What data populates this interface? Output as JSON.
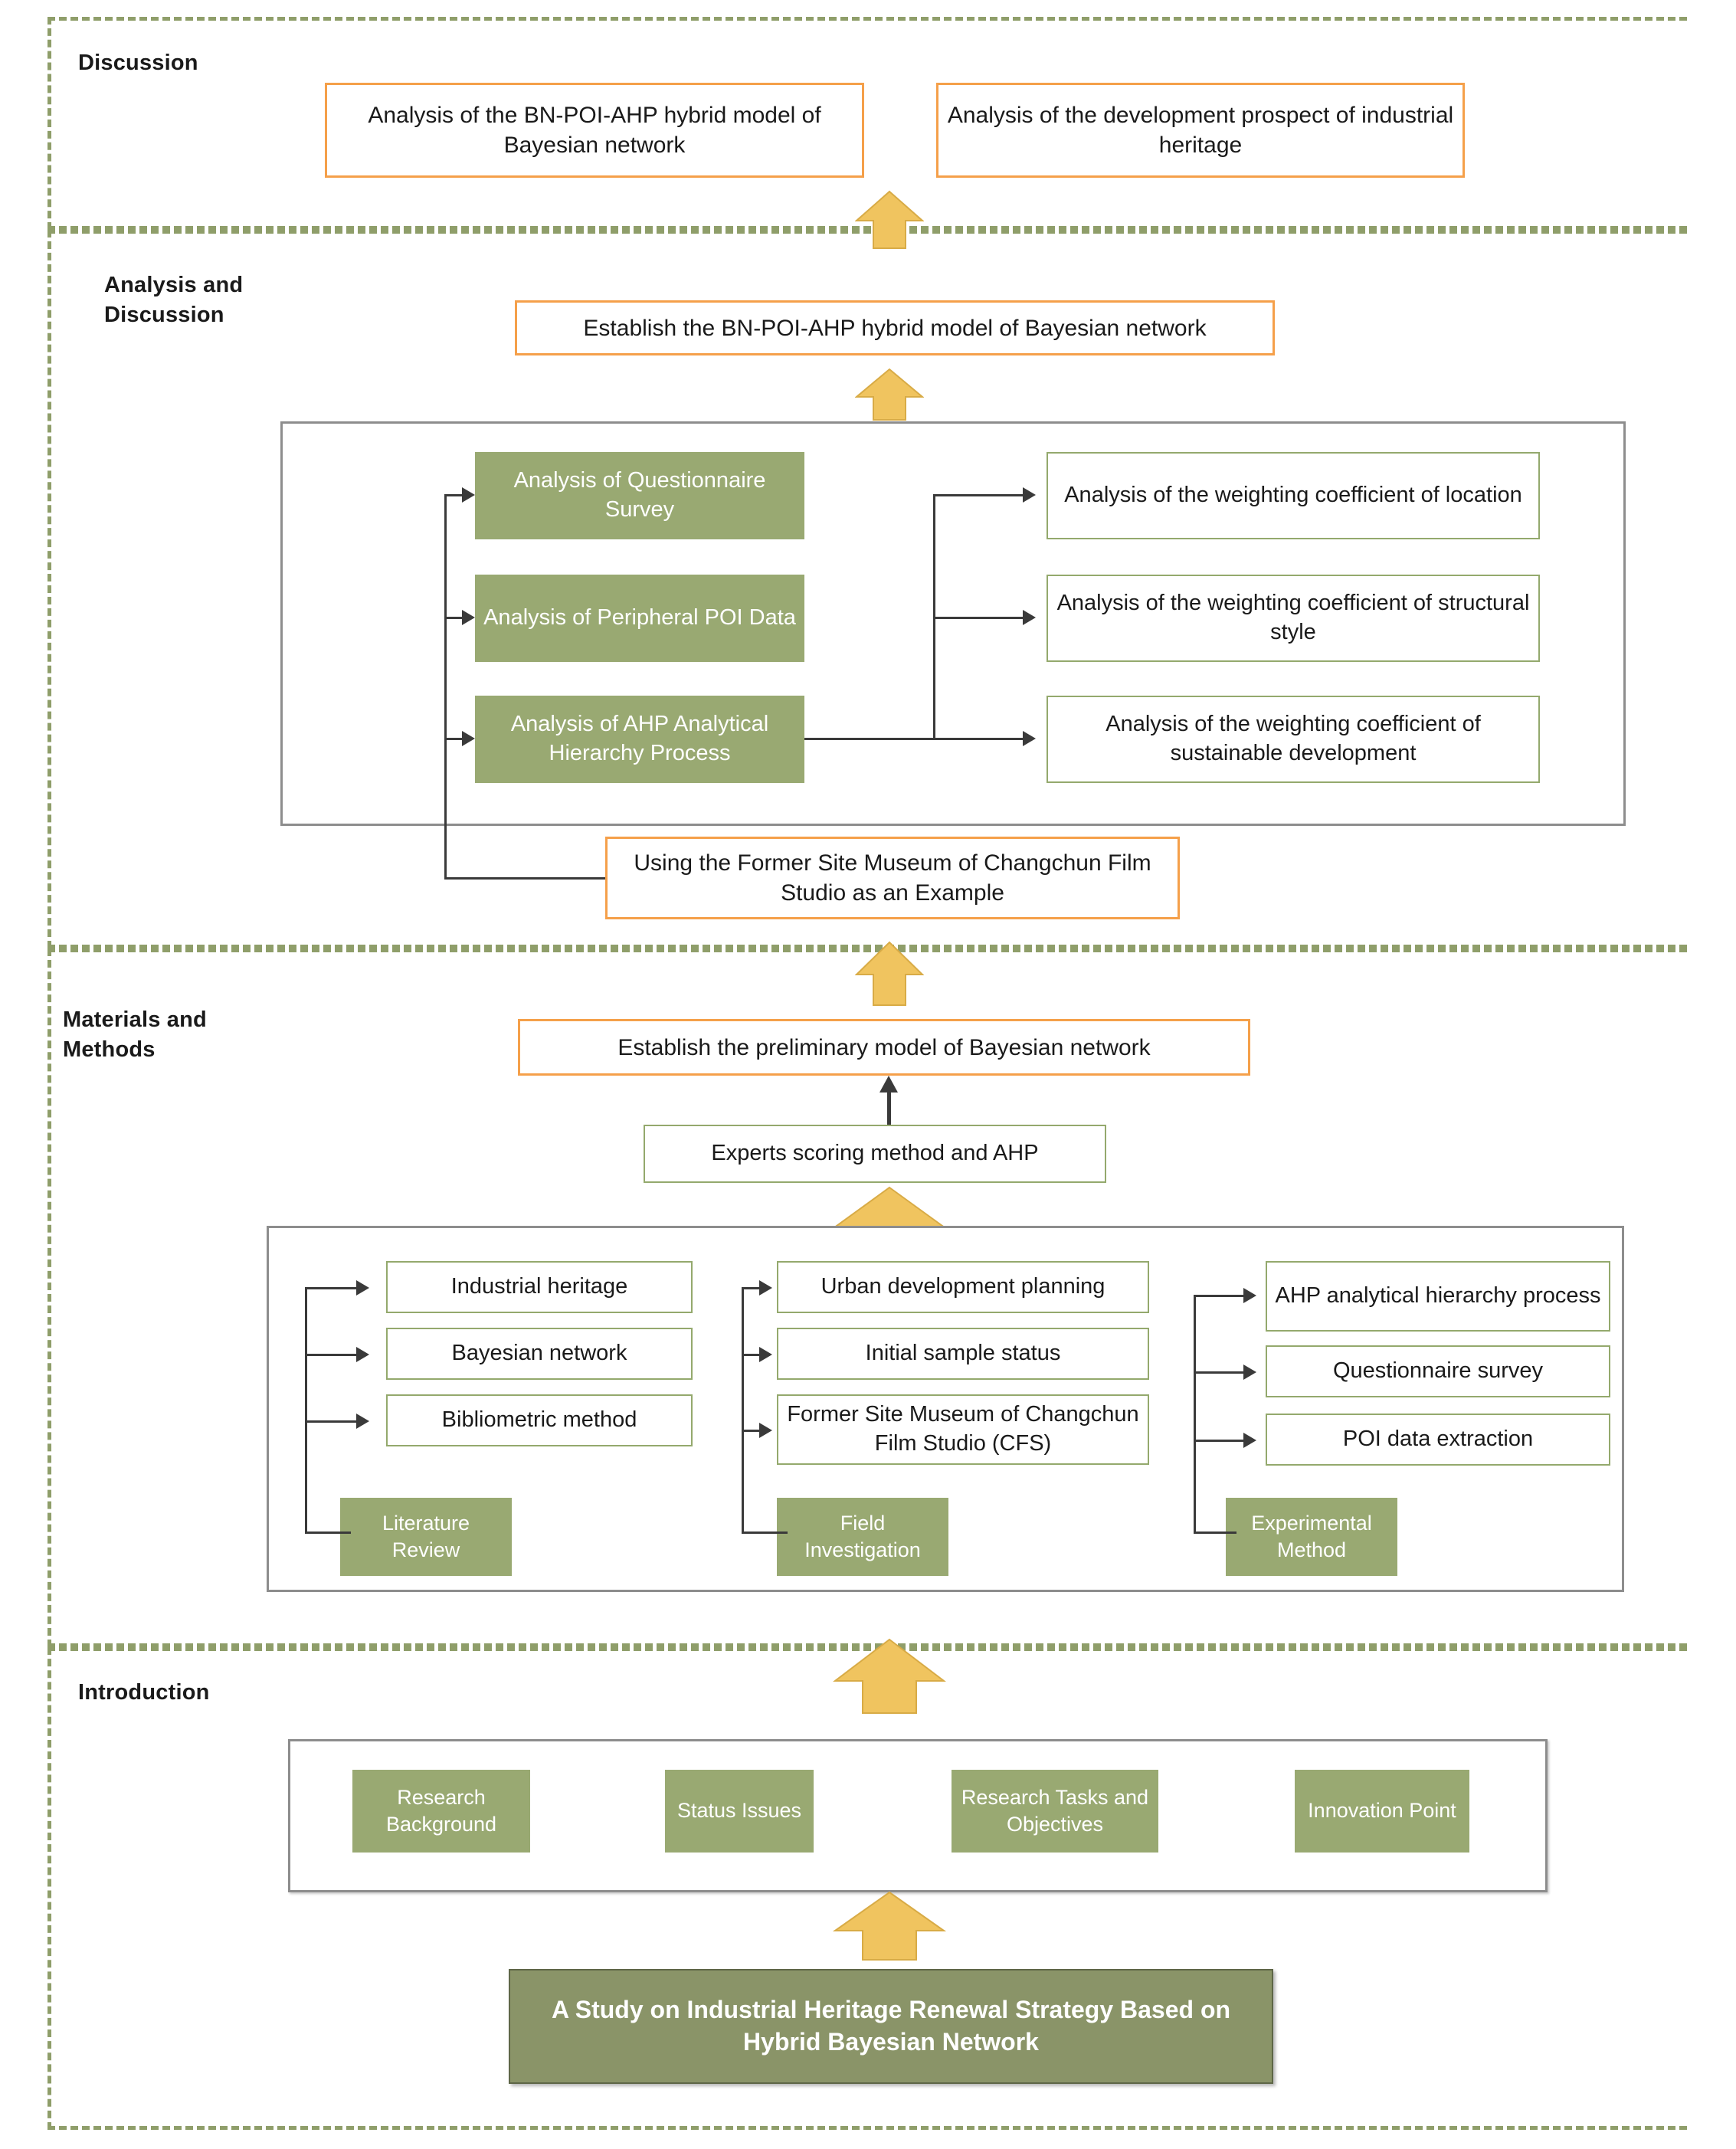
{
  "colors": {
    "accent_orange": "#f5a04a",
    "green_fill": "#99a972",
    "green_line": "#94a96d",
    "arrow_yellow": "#f0c45f",
    "band_dash": "#8f9e6a",
    "panel_grey": "#8d8d8d",
    "title_green": "#8a9468"
  },
  "sections": {
    "discussion": {
      "label": "Discussion"
    },
    "analysis": {
      "label": "Analysis and\nDiscussion"
    },
    "materials": {
      "label": "Materials and\nMethods"
    },
    "introduction": {
      "label": "Introduction"
    }
  },
  "discussion": {
    "boxes": [
      {
        "text": "Analysis of the BN-POI-AHP hybrid model of Bayesian network"
      },
      {
        "text": "Analysis of the development prospect of industrial heritage"
      }
    ]
  },
  "analysis": {
    "establish_box": "Establish the BN-POI-AHP hybrid model of Bayesian network",
    "left_boxes": [
      {
        "text": "Analysis of Questionnaire Survey"
      },
      {
        "text": "Analysis of Peripheral POI Data"
      },
      {
        "text": "Analysis of AHP Analytical Hierarchy Process"
      }
    ],
    "right_boxes": [
      {
        "text": "Analysis of the weighting coefficient of location"
      },
      {
        "text": "Analysis of the weighting coefficient of structural style"
      },
      {
        "text": "Analysis of the weighting coefficient of sustainable development"
      }
    ],
    "example_box": "Using the Former Site Museum of Changchun Film Studio as an Example"
  },
  "materials": {
    "preliminary_box": "Establish the preliminary model of Bayesian network",
    "experts_box": "Experts scoring method and AHP",
    "columns": [
      {
        "anchor": "Literature Review",
        "items": [
          {
            "text": "Industrial heritage"
          },
          {
            "text": "Bayesian network"
          },
          {
            "text": "Bibliometric method"
          }
        ]
      },
      {
        "anchor": "Field Investigation",
        "items": [
          {
            "text": "Urban development planning"
          },
          {
            "text": "Initial sample status"
          },
          {
            "text": "Former Site Museum of Changchun Film Studio (CFS)"
          }
        ]
      },
      {
        "anchor": "Experimental Method",
        "items": [
          {
            "text": "AHP analytical hierarchy process"
          },
          {
            "text": "Questionnaire survey"
          },
          {
            "text": "POI data extraction"
          }
        ]
      }
    ]
  },
  "introduction": {
    "boxes": [
      {
        "text": "Research Background"
      },
      {
        "text": "Status Issues"
      },
      {
        "text": "Research Tasks and Objectives"
      },
      {
        "text": "Innovation Point"
      }
    ]
  },
  "paper_title": "A Study on Industrial Heritage Renewal Strategy Based on Hybrid Bayesian Network"
}
